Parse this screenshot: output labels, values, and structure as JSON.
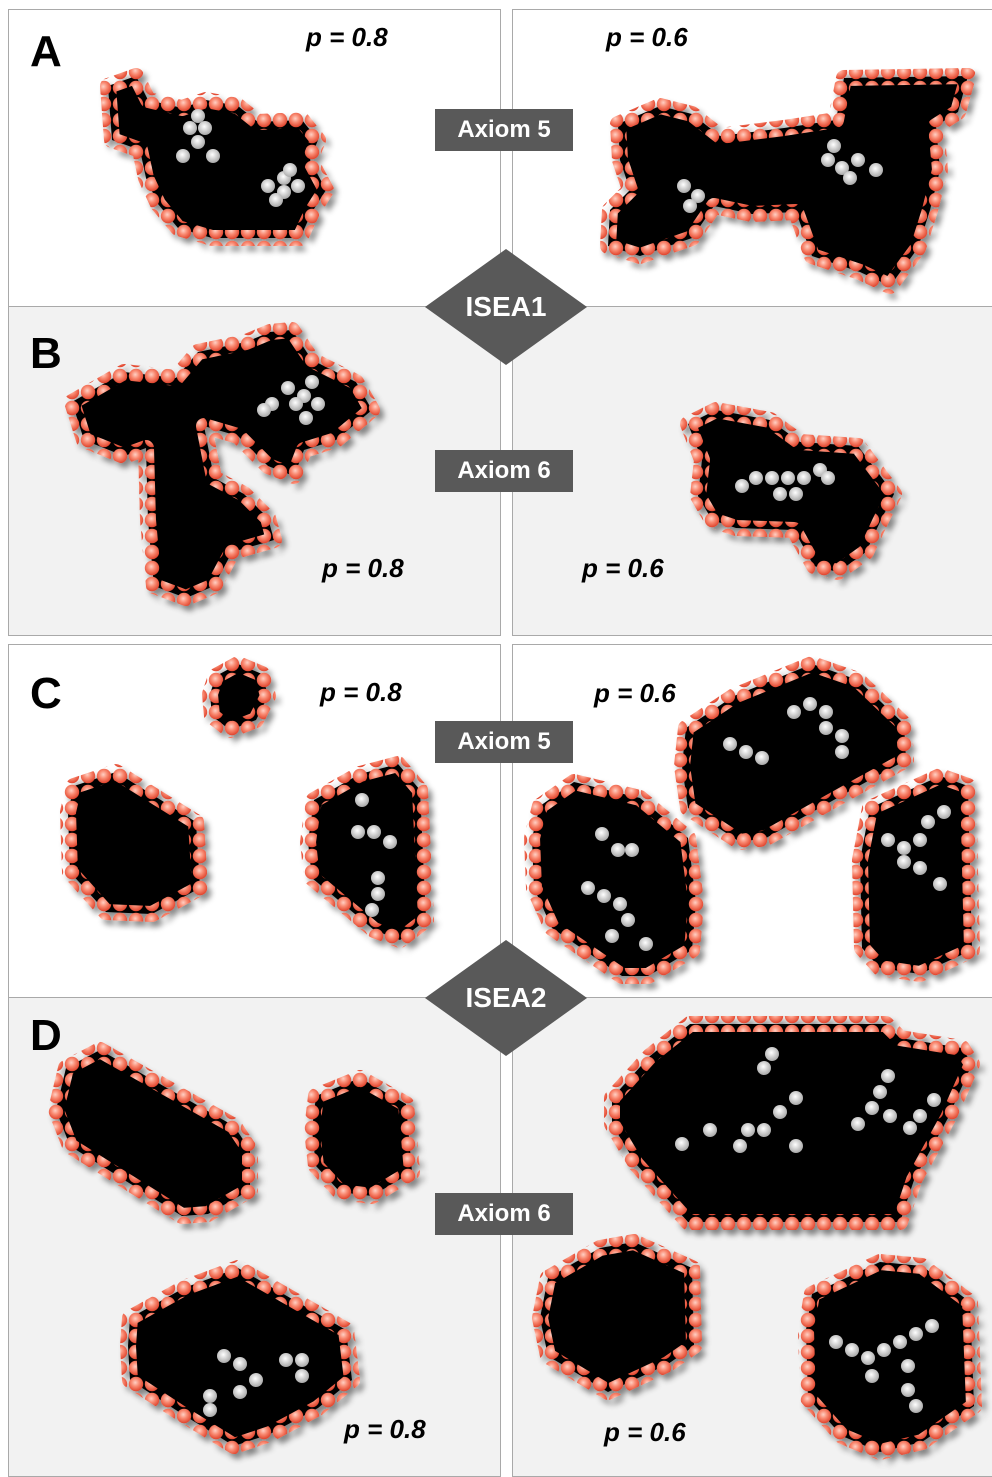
{
  "grids": {
    "isea1": "ISEA1",
    "isea2": "ISEA2"
  },
  "axioms": {
    "a": "Axiom 5",
    "b": "Axiom 6",
    "c": "Axiom 5",
    "d": "Axiom 6"
  },
  "panels": {
    "A": {
      "letter": "A",
      "left_p": "p = 0.8",
      "right_p": "p = 0.6"
    },
    "B": {
      "letter": "B",
      "left_p": "p = 0.8",
      "right_p": "p = 0.6"
    },
    "C": {
      "letter": "C",
      "left_p": "p = 0.8",
      "right_p": "p = 0.6"
    },
    "D": {
      "letter": "D",
      "left_p": "p = 0.8",
      "right_p": "p = 0.6"
    }
  },
  "colors": {
    "boundary_cell": "#f26b55",
    "interior": "#000000",
    "hole_cell": "#c8c8c8",
    "hole_cell_bright": "#ffffff",
    "label_box": "#595959",
    "panel_gray": "#f2f2f2"
  }
}
